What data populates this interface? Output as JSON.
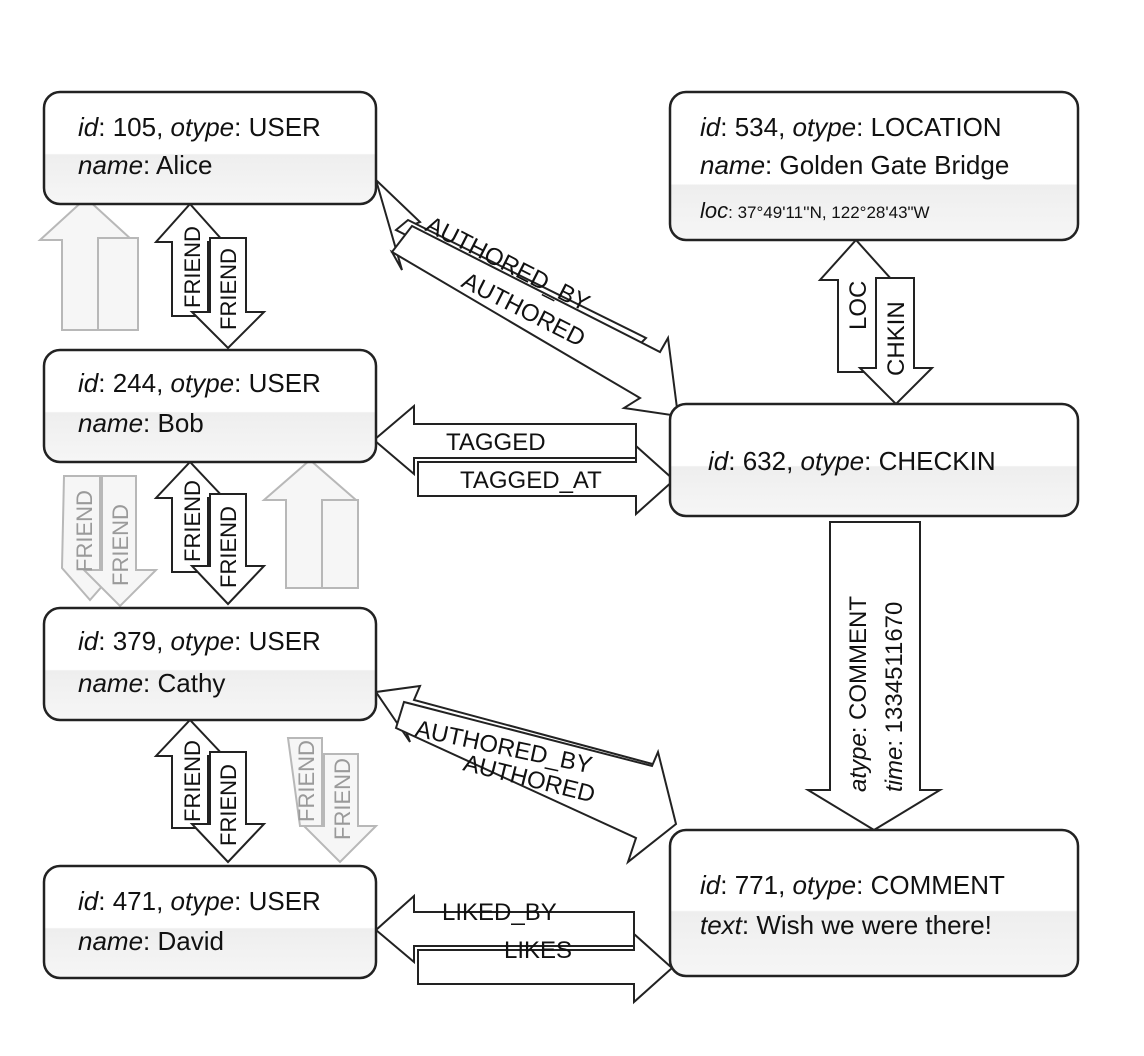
{
  "colors": {
    "node_fill": "#ffffff",
    "node_lower_fill": "#efefef",
    "stroke": "#222222",
    "arrow_fill": "#ffffff",
    "faint_stroke": "#b8b8b8",
    "faint_fill": "#f4f4f4",
    "text": "#111111",
    "faint_text": "#9a9a9a"
  },
  "nodes": {
    "alice": {
      "line1": {
        "k1": "id",
        "v1": ": 105, ",
        "k2": "otype",
        "v2": ": USER"
      },
      "line2": {
        "k1": "name",
        "v1": ": Alice"
      }
    },
    "bob": {
      "line1": {
        "k1": "id",
        "v1": ": 244, ",
        "k2": "otype",
        "v2": ": USER"
      },
      "line2": {
        "k1": "name",
        "v1": ": Bob"
      }
    },
    "cathy": {
      "line1": {
        "k1": "id",
        "v1": ": 379, ",
        "k2": "otype",
        "v2": ": USER"
      },
      "line2": {
        "k1": "name",
        "v1": ": Cathy"
      }
    },
    "david": {
      "line1": {
        "k1": "id",
        "v1": ": 471, ",
        "k2": "otype",
        "v2": ": USER"
      },
      "line2": {
        "k1": "name",
        "v1": ": David"
      }
    },
    "location": {
      "line1": {
        "k1": "id",
        "v1": ": 534, ",
        "k2": "otype",
        "v2": ": LOCATION"
      },
      "line2": {
        "k1": "name",
        "v1": ": Golden Gate Bridge"
      },
      "line3": {
        "k1": "loc",
        "v1": ": 37°49'11''N, 122°28'43\"W"
      }
    },
    "checkin": {
      "line1": {
        "k1": "id",
        "v1": ": 632, ",
        "k2": "otype",
        "v2": ": CHECKIN"
      }
    },
    "comment": {
      "line1": {
        "k1": "id",
        "v1": ": 771, ",
        "k2": "otype",
        "v2": ": COMMENT"
      },
      "line2": {
        "k1": "text",
        "v1": ": Wish we were there!"
      }
    }
  },
  "edges": {
    "alice_bob_friend_a": "FRIEND",
    "alice_bob_friend_b": "FRIEND",
    "bob_cathy_friend_a": "FRIEND",
    "bob_cathy_friend_b": "FRIEND",
    "bob_cathy_faint_a": "FRIEND",
    "bob_cathy_faint_b": "FRIEND",
    "cathy_david_friend_a": "FRIEND",
    "cathy_david_friend_b": "FRIEND",
    "cathy_david_faint_a": "FRIEND",
    "cathy_david_faint_b": "FRIEND",
    "alice_checkin_authored_by": "AUTHORED_BY",
    "alice_checkin_authored": "AUTHORED",
    "bob_checkin_tagged": "TAGGED",
    "bob_checkin_tagged_at": "TAGGED_AT",
    "location_checkin_loc": "LOC",
    "location_checkin_chkin": "CHKIN",
    "checkin_comment_atype_key": "atype",
    "checkin_comment_atype_val": ": COMMENT",
    "checkin_comment_time_key": "time",
    "checkin_comment_time_val": ": 1334511670",
    "cathy_comment_authored_by": "AUTHORED_BY",
    "cathy_comment_authored": "AUTHORED",
    "david_comment_liked_by": "LIKED_BY",
    "david_comment_likes": "LIKES"
  }
}
